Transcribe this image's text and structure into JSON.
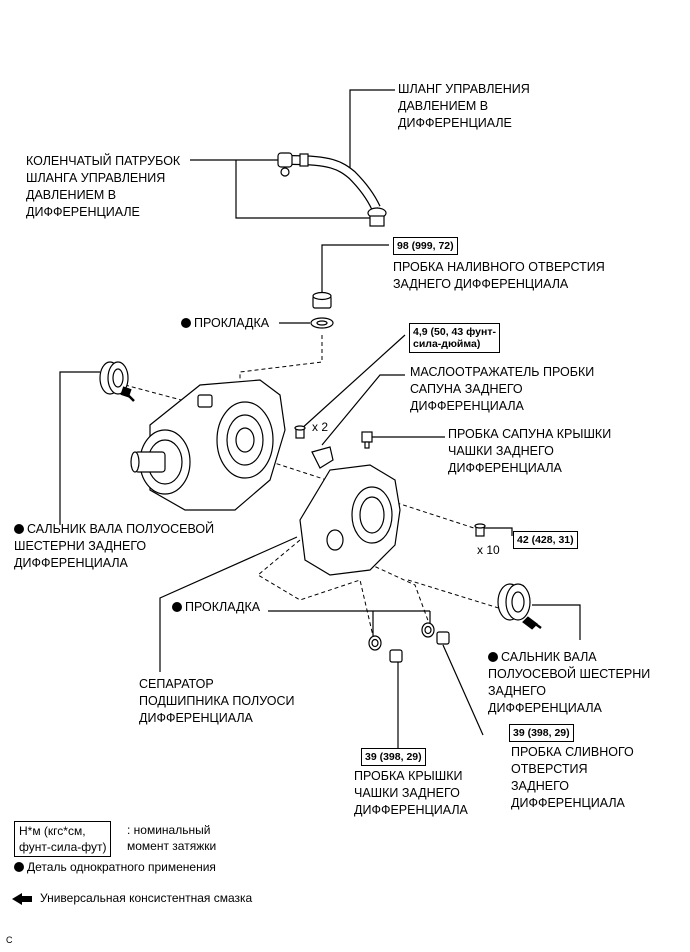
{
  "labels": {
    "hose": "ШЛАНГ УПРАВЛЕНИЯ\nДАВЛЕНИЕМ В\nДИФФЕРЕНЦИАЛЕ",
    "elbow": "КОЛЕНЧАТЫЙ ПАТРУБОК\nШЛАНГА УПРАВЛЕНИЯ\nДАВЛЕНИЕМ В\nДИФФЕРЕНЦИАЛЕ",
    "filler_plug": "ПРОБКА НАЛИВНОГО ОТВЕРСТИЯ\nЗАДНЕГО ДИФФЕРЕНЦИАЛА",
    "gasket_top": "ПРОКЛАДКА",
    "breather_deflector": "МАСЛООТРАЖАТЕЛЬ ПРОБКИ\nСАПУНА ЗАДНЕГО\nДИФФЕРЕНЦИАЛА",
    "breather_plug": "ПРОБКА САПУНА КРЫШКИ\nЧАШКИ ЗАДНЕГО\nДИФФЕРЕНЦИАЛА",
    "seal_left": "САЛЬНИК ВАЛА ПОЛУОСЕВОЙ\nШЕСТЕРНИ ЗАДНЕГО\nДИФФЕРЕНЦИАЛА",
    "gasket_bottom": "ПРОКЛАДКА",
    "seal_right": "САЛЬНИК ВАЛА\nПОЛУОСЕВОЙ ШЕСТЕРНИ\nЗАДНЕГО\nДИФФЕРЕНЦИАЛА",
    "separator": "СЕПАРАТОР\nПОДШИПНИКА ПОЛУОСИ\nДИФФЕРЕНЦИАЛА",
    "drain_plug": "ПРОБКА СЛИВНОГО\nОТВЕРСТИЯ\nЗАДНЕГО\nДИФФЕРЕНЦИАЛА",
    "cover_plug": "ПРОБКА КРЫШКИ\nЧАШКИ ЗАДНЕГО\nДИФФЕРЕНЦИАЛА"
  },
  "torques": {
    "filler": "98 (999, 72)",
    "bolt_small": "4,9 (50, 43 фунт-\nсила-дюйма)",
    "bolts_cover": "42 (428, 31)",
    "drain": "39 (398, 29)",
    "cover_plug": "39 (398, 29)"
  },
  "quantities": {
    "x2": "x 2",
    "x10": "x 10"
  },
  "legend": {
    "torque_box": "Н*м (кгс*см,\nфунт-сила-фут)",
    "torque_desc": ": номинальный\nмомент затяжки",
    "non_reusable": "Деталь однократного применения",
    "grease": "Универсальная консистентная смазка"
  },
  "footer_code": "C"
}
